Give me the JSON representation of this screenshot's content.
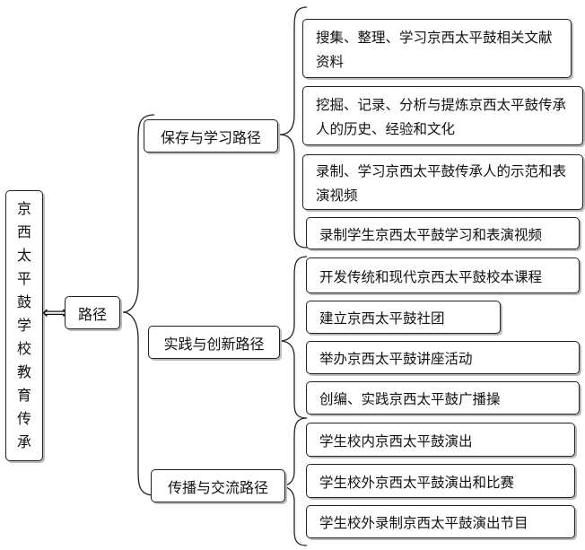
{
  "root": {
    "label": "京西太平鼓学校教育传承"
  },
  "arrow_glyph": "⟺",
  "middle": {
    "label": "路径"
  },
  "branches": [
    {
      "label": "保存与学习路径",
      "items": [
        "搜集、整理、学习京西太平鼓相关文献资料",
        "挖掘、记录、分析与提炼京西太平鼓传承人的历史、经验和文化",
        "录制、学习京西太平鼓传承人的示范和表演视频",
        "录制学生京西太平鼓学习和表演视频"
      ]
    },
    {
      "label": "实践与创新路径",
      "items": [
        "开发传统和现代京西太平鼓校本课程",
        "建立京西太平鼓社团",
        "举办京西太平鼓讲座活动",
        "创编、实践京西太平鼓广播操"
      ]
    },
    {
      "label": "传播与交流路径",
      "items": [
        "学生校内京西太平鼓演出",
        "学生校外京西太平鼓演出和比赛",
        "学生校外录制京西太平鼓演出节目"
      ]
    }
  ]
}
